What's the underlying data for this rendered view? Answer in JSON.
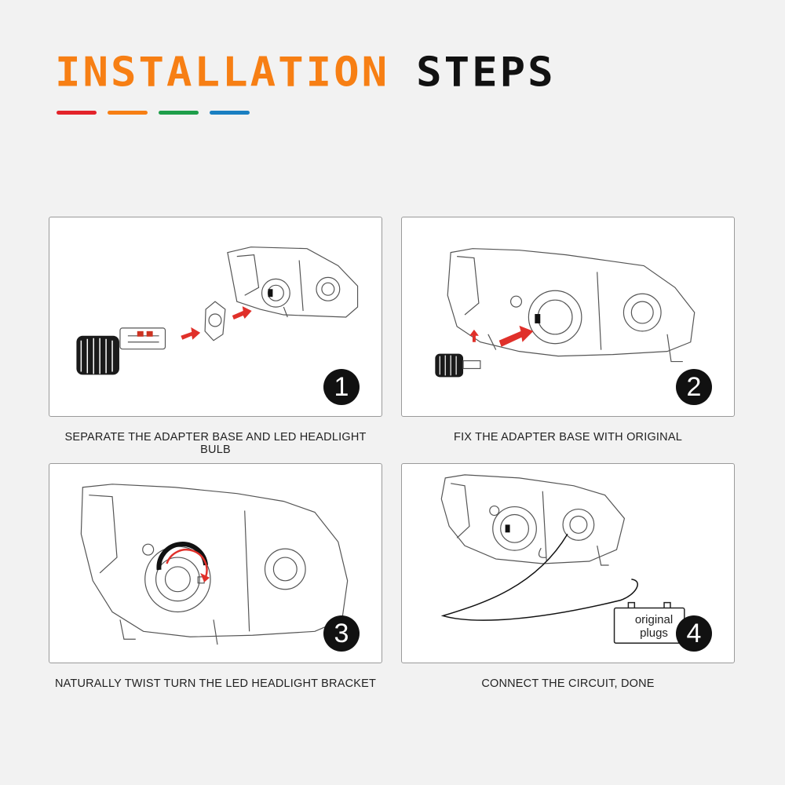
{
  "title": {
    "word1": "INSTALLATION",
    "word2": "STEPS"
  },
  "accent_colors": [
    "#e3232a",
    "#f77f14",
    "#1e9e4a",
    "#1a7fc1"
  ],
  "arrow_color": "#e0302a",
  "steps": [
    {
      "number": "1",
      "caption": "SEPARATE THE ADAPTER BASE AND LED HEADLIGHT BULB"
    },
    {
      "number": "2",
      "caption": "FIX THE ADAPTER BASE WITH ORIGINAL"
    },
    {
      "number": "3",
      "caption": "NATURALLY TWIST TURN THE LED HEADLIGHT BRACKET"
    },
    {
      "number": "4",
      "caption": "CONNECT THE CIRCUIT, DONE",
      "plug_label": "original\nplugs"
    }
  ]
}
